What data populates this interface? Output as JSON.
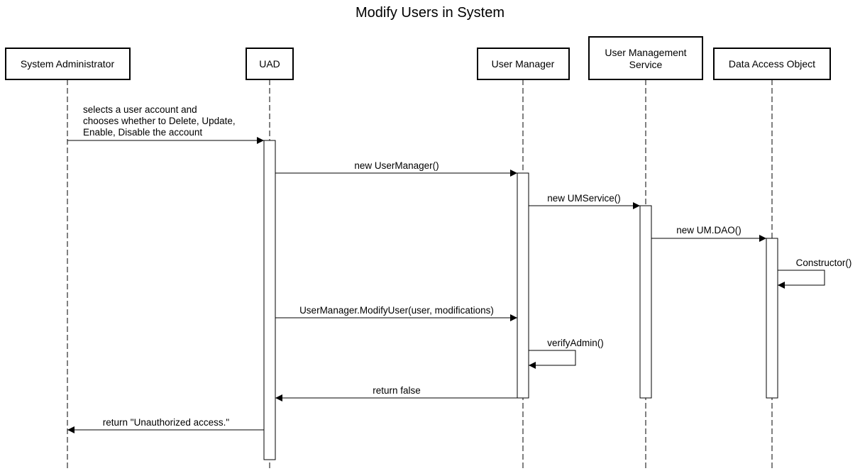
{
  "title": "Modify Users in System",
  "participants": {
    "admin": "System Administrator",
    "uad": "UAD",
    "manager": "User Manager",
    "service": [
      "User Management",
      "Service"
    ],
    "dao": "Data Access Object"
  },
  "messages": {
    "select": [
      "selects a user account and",
      "chooses whether to Delete, Update,",
      "Enable, Disable the account"
    ],
    "new_manager": "new UserManager()",
    "new_service": "new UMService()",
    "new_dao": "new UM.DAO()",
    "constructor": "Constructor()",
    "modify_user": "UserManager.ModifyUser(user, modifications)",
    "verify_admin": "verifyAdmin()",
    "return_false": "return false",
    "return_unauthorized": "return \"Unauthorized access.\""
  }
}
